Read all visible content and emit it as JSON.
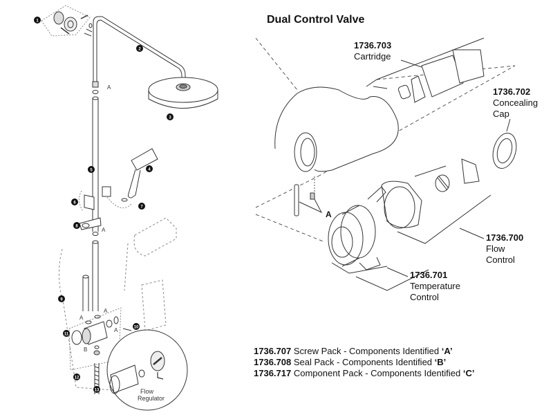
{
  "title": "Dual Control Valve",
  "callouts": [
    {
      "code": "1736.703",
      "name": [
        "Cartridge"
      ]
    },
    {
      "code": "1736.702",
      "name": [
        "Concealing",
        "Cap"
      ]
    },
    {
      "code": "1736.700",
      "name": [
        "Flow",
        "Control"
      ]
    },
    {
      "code": "1736.701",
      "name": [
        "Temperature",
        "Control"
      ]
    }
  ],
  "screw_marker": "A",
  "left_diagram": {
    "item_numbers": [
      "1",
      "2",
      "3",
      "4",
      "5",
      "6",
      "7",
      "8",
      "9",
      "10",
      "11",
      "12",
      "13"
    ],
    "component_letters": {
      "a": "A",
      "b": "B"
    },
    "inset_label": [
      "Flow",
      "Regulator"
    ]
  },
  "packs": [
    {
      "code": "1736.707",
      "text": "Screw Pack - Components Identified ‘A’",
      "prefix": "Screw Pack - Components Identified ",
      "letter": "‘A’"
    },
    {
      "code": "1736.708",
      "text": "Seal Pack - Components Identified ‘B’",
      "prefix": "Seal Pack - Components Identified ",
      "letter": "‘B’"
    },
    {
      "code": "1736.717",
      "text": "Component Pack - Components Identified ‘C’",
      "prefix": "Component Pack - Components Identified ",
      "letter": "‘C’"
    }
  ]
}
